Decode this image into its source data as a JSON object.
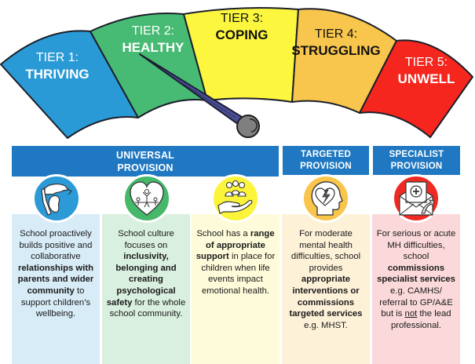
{
  "gauge": {
    "tiers": [
      {
        "number": "TIER 1:",
        "name": "THRIVING",
        "color": "#2a9ad6",
        "text_color": "#ffffff"
      },
      {
        "number": "TIER 2:",
        "name": "HEALTHY",
        "color": "#47bb73",
        "text_color": "#ffffff"
      },
      {
        "number": "TIER 3:",
        "name": "COPING",
        "color": "#fcf73e",
        "text_color": "#111111"
      },
      {
        "number": "TIER 4:",
        "name": "STRUGGLING",
        "color": "#f9c64d",
        "text_color": "#111111"
      },
      {
        "number": "TIER 5:",
        "name": "UNWELL",
        "color": "#f4261d",
        "text_color": "#ffffff"
      }
    ],
    "needle_points_to": "TIER 2: HEALTHY",
    "needle_color": "#4a4e96"
  },
  "provision_headers": [
    {
      "line1": "UNIVERSAL",
      "line2": "PROVISION"
    },
    {
      "line1": "TARGETED",
      "line2": "PROVISION"
    },
    {
      "line1": "SPECIALIST",
      "line2": "PROVISION"
    }
  ],
  "header_color": "#1f78c1",
  "columns": [
    {
      "icon": "hands-globe-icon",
      "icon_color": "#2b9ad7",
      "box_color": "#d8ecf7",
      "segments": [
        {
          "text": "School proactively builds positive and collaborative ",
          "style": "normal"
        },
        {
          "text": "relationships with parents and wider community",
          "style": "bold"
        },
        {
          "text": " to support children’s wellbeing.",
          "style": "normal"
        }
      ]
    },
    {
      "icon": "heart-people-icon",
      "icon_color": "#46b86a",
      "box_color": "#d9efdf",
      "segments": [
        {
          "text": "School culture focuses on ",
          "style": "normal"
        },
        {
          "text": "inclusivity, belonging and creating psychological safety",
          "style": "bold"
        },
        {
          "text": " for the whole school community.",
          "style": "normal"
        }
      ]
    },
    {
      "icon": "hand-supporting-people-icon",
      "icon_color": "#fbf43b",
      "box_color": "#fdfbd9",
      "segments": [
        {
          "text": "School has a ",
          "style": "normal"
        },
        {
          "text": "range of appropriate support",
          "style": "bold"
        },
        {
          "text": " in place for children when life events impact emotional health.",
          "style": "normal"
        }
      ]
    },
    {
      "icon": "head-broken-heart-icon",
      "icon_color": "#f9c54b",
      "box_color": "#fdf1d8",
      "segments": [
        {
          "text": "For moderate mental health difficulties, school provides ",
          "style": "normal"
        },
        {
          "text": "appropriate interventions or commissions targeted services",
          "style": "bold"
        },
        {
          "text": " e.g. MHST.",
          "style": "normal"
        }
      ]
    },
    {
      "icon": "medical-letter-referral-icon",
      "icon_color": "#ee2a22",
      "box_color": "#fbd9da",
      "segments": [
        {
          "text": "For serious or acute MH difficulties, school ",
          "style": "normal"
        },
        {
          "text": "commissions specialist services",
          "style": "bold"
        },
        {
          "text": " e.g. CAMHS/ referral to GP/A&E but is ",
          "style": "normal"
        },
        {
          "text": "not",
          "style": "underline"
        },
        {
          "text": " the lead professional.",
          "style": "normal"
        }
      ]
    }
  ]
}
